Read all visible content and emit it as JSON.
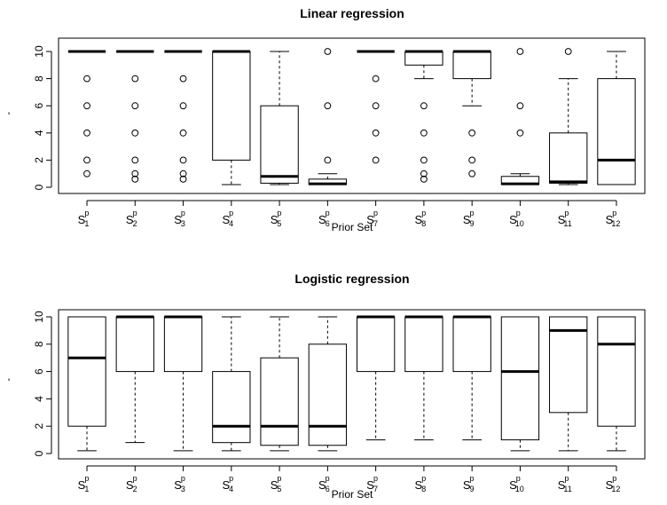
{
  "chart_data": [
    {
      "type": "box",
      "title": "Linear regression",
      "xlabel": "Prior Set",
      "ylabel": "'",
      "ylim": [
        0,
        10
      ],
      "yticks": [
        "0",
        "2",
        "4",
        "6",
        "8",
        "10"
      ],
      "categories": [
        {
          "base": "S",
          "sup": "p",
          "sub": "1"
        },
        {
          "base": "S",
          "sup": "p",
          "sub": "2"
        },
        {
          "base": "S",
          "sup": "p",
          "sub": "3"
        },
        {
          "base": "S",
          "sup": "p",
          "sub": "4"
        },
        {
          "base": "S",
          "sup": "p",
          "sub": "5"
        },
        {
          "base": "S",
          "sup": "p",
          "sub": "6"
        },
        {
          "base": "S",
          "sup": "p",
          "sub": "7"
        },
        {
          "base": "S",
          "sup": "p",
          "sub": "8"
        },
        {
          "base": "S",
          "sup": "p",
          "sub": "9"
        },
        {
          "base": "S",
          "sup": "p",
          "sub": "10"
        },
        {
          "base": "S",
          "sup": "p",
          "sub": "11"
        },
        {
          "base": "S",
          "sup": "p",
          "sub": "12"
        }
      ],
      "boxes": [
        {
          "q1": 10,
          "median": 10,
          "q3": 10,
          "whisker_low": 10,
          "whisker_high": 10,
          "outliers": [
            8,
            6,
            4,
            2,
            1
          ]
        },
        {
          "q1": 10,
          "median": 10,
          "q3": 10,
          "whisker_low": 10,
          "whisker_high": 10,
          "outliers": [
            8,
            6,
            4,
            2,
            1,
            0.6
          ]
        },
        {
          "q1": 10,
          "median": 10,
          "q3": 10,
          "whisker_low": 10,
          "whisker_high": 10,
          "outliers": [
            8,
            6,
            4,
            2,
            1,
            0.6
          ]
        },
        {
          "q1": 2,
          "median": 10,
          "q3": 10,
          "whisker_low": 0.2,
          "whisker_high": 10,
          "outliers": []
        },
        {
          "q1": 0.3,
          "median": 0.8,
          "q3": 6,
          "whisker_low": 0.2,
          "whisker_high": 10,
          "outliers": []
        },
        {
          "q1": 0.2,
          "median": 0.25,
          "q3": 0.6,
          "whisker_low": 0.2,
          "whisker_high": 1,
          "outliers": [
            2,
            6,
            10
          ]
        },
        {
          "q1": 10,
          "median": 10,
          "q3": 10,
          "whisker_low": 10,
          "whisker_high": 10,
          "outliers": [
            8,
            6,
            4,
            2
          ]
        },
        {
          "q1": 9,
          "median": 10,
          "q3": 10,
          "whisker_low": 8,
          "whisker_high": 10,
          "outliers": [
            6,
            4,
            2,
            1,
            0.6
          ]
        },
        {
          "q1": 8,
          "median": 10,
          "q3": 10,
          "whisker_low": 6,
          "whisker_high": 10,
          "outliers": [
            4,
            2,
            1
          ]
        },
        {
          "q1": 0.2,
          "median": 0.25,
          "q3": 0.8,
          "whisker_low": 0.2,
          "whisker_high": 1,
          "outliers": [
            4,
            6,
            10
          ]
        },
        {
          "q1": 0.3,
          "median": 0.4,
          "q3": 4,
          "whisker_low": 0.2,
          "whisker_high": 8,
          "outliers": [
            10
          ]
        },
        {
          "q1": 0.2,
          "median": 2,
          "q3": 8,
          "whisker_low": 0.2,
          "whisker_high": 10,
          "outliers": []
        }
      ]
    },
    {
      "type": "box",
      "title": "Logistic regression",
      "xlabel": "Prior Set",
      "ylabel": "'",
      "ylim": [
        0,
        10
      ],
      "yticks": [
        "0",
        "2",
        "4",
        "6",
        "8",
        "10"
      ],
      "categories": [
        {
          "base": "S",
          "sup": "p",
          "sub": "1"
        },
        {
          "base": "S",
          "sup": "p",
          "sub": "2"
        },
        {
          "base": "S",
          "sup": "p",
          "sub": "3"
        },
        {
          "base": "S",
          "sup": "p",
          "sub": "4"
        },
        {
          "base": "S",
          "sup": "p",
          "sub": "5"
        },
        {
          "base": "S",
          "sup": "p",
          "sub": "6"
        },
        {
          "base": "S",
          "sup": "p",
          "sub": "7"
        },
        {
          "base": "S",
          "sup": "p",
          "sub": "8"
        },
        {
          "base": "S",
          "sup": "p",
          "sub": "9"
        },
        {
          "base": "S",
          "sup": "p",
          "sub": "10"
        },
        {
          "base": "S",
          "sup": "p",
          "sub": "11"
        },
        {
          "base": "S",
          "sup": "p",
          "sub": "12"
        }
      ],
      "boxes": [
        {
          "q1": 2,
          "median": 7,
          "q3": 10,
          "whisker_low": 0.2,
          "whisker_high": 10,
          "outliers": []
        },
        {
          "q1": 6,
          "median": 10,
          "q3": 10,
          "whisker_low": 0.8,
          "whisker_high": 10,
          "outliers": []
        },
        {
          "q1": 6,
          "median": 10,
          "q3": 10,
          "whisker_low": 0.2,
          "whisker_high": 10,
          "outliers": []
        },
        {
          "q1": 0.8,
          "median": 2,
          "q3": 6,
          "whisker_low": 0.2,
          "whisker_high": 10,
          "outliers": []
        },
        {
          "q1": 0.6,
          "median": 2,
          "q3": 7,
          "whisker_low": 0.2,
          "whisker_high": 10,
          "outliers": []
        },
        {
          "q1": 0.6,
          "median": 2,
          "q3": 8,
          "whisker_low": 0.2,
          "whisker_high": 10,
          "outliers": []
        },
        {
          "q1": 6,
          "median": 10,
          "q3": 10,
          "whisker_low": 1,
          "whisker_high": 10,
          "outliers": []
        },
        {
          "q1": 6,
          "median": 10,
          "q3": 10,
          "whisker_low": 1,
          "whisker_high": 10,
          "outliers": []
        },
        {
          "q1": 6,
          "median": 10,
          "q3": 10,
          "whisker_low": 1,
          "whisker_high": 10,
          "outliers": []
        },
        {
          "q1": 1,
          "median": 6,
          "q3": 10,
          "whisker_low": 0.2,
          "whisker_high": 10,
          "outliers": []
        },
        {
          "q1": 3,
          "median": 9,
          "q3": 10,
          "whisker_low": 0.2,
          "whisker_high": 10,
          "outliers": []
        },
        {
          "q1": 2,
          "median": 8,
          "q3": 10,
          "whisker_low": 0.2,
          "whisker_high": 10,
          "outliers": []
        }
      ]
    }
  ]
}
